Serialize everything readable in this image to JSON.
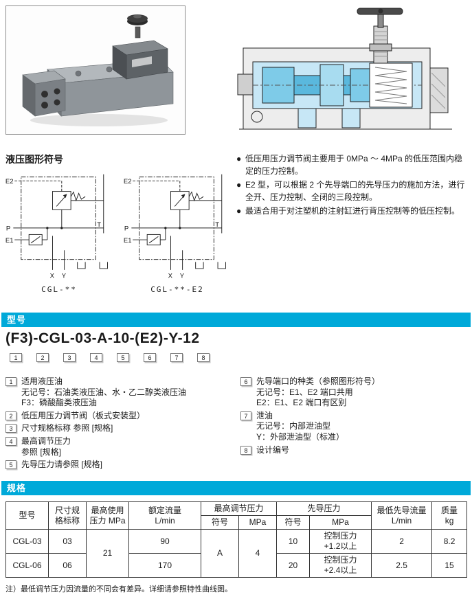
{
  "accent": "#00a9d9",
  "symbols": {
    "heading": "液压图形符号",
    "ports": {
      "e2": "E2",
      "p": "P",
      "e1": "E1",
      "t": "T",
      "x": "X",
      "y": "Y"
    },
    "captions": {
      "left": "CGL-**",
      "right": "CGL-**-E2"
    }
  },
  "features": {
    "marker": "●",
    "bullets": [
      "低压用压力调节阀主要用于 0MPa ～ 4MPa 的低压范围内稳定的压力控制。",
      "E2 型，可以根据 2 个先导端口的先导压力的施加方法，进行全开、压力控制、全闭的三段控制。",
      "最适合用于对注塑机的注射缸进行背压控制等的低压控制。"
    ]
  },
  "model": {
    "header": "型号",
    "code": "(F3)-CGL-03-A-10-(E2)-Y-12",
    "digits": [
      "1",
      "2",
      "3",
      "4",
      "5",
      "6",
      "7",
      "8"
    ],
    "left_items": [
      {
        "num": "1",
        "lines": [
          "适用液压油",
          "无记号：石油类液压油、水・乙二醇类液压油",
          "F3：磷酸酯类液压油"
        ]
      },
      {
        "num": "2",
        "lines": [
          "低压用压力调节阀（板式安装型）"
        ]
      },
      {
        "num": "3",
        "lines": [
          "尺寸规格标称 参照 [规格]"
        ]
      },
      {
        "num": "4",
        "lines": [
          "最高调节压力",
          "参照 [规格]"
        ]
      },
      {
        "num": "5",
        "lines": [
          "先导压力请参照 [规格]"
        ]
      }
    ],
    "right_items": [
      {
        "num": "6",
        "lines": [
          "先导端口的种类（参照图形符号）",
          "无记号：E1、E2 端口共用",
          "E2：E1、E2 端口有区别"
        ]
      },
      {
        "num": "7",
        "lines": [
          "泄油",
          "无记号：内部泄油型",
          "Y：外部泄油型（标准）"
        ]
      },
      {
        "num": "8",
        "lines": [
          "设计编号"
        ]
      }
    ]
  },
  "spec": {
    "header": "规格",
    "table": {
      "headers": {
        "model": "型号",
        "size": "尺寸规\n格标称",
        "max_use_pressure": "最高使用\n压力 MPa",
        "rated_flow": "额定流量\nL/min",
        "max_adj_pressure": "最高调节压力",
        "pilot_pressure": "先导压力",
        "symbol": "符号",
        "mpa": "MPa",
        "min_pilot_flow": "最低先导流量\nL/min",
        "mass": "质量\nkg"
      },
      "shared": {
        "max_use_pressure": "21",
        "adj_symbol": "A",
        "adj_mpa": "4"
      },
      "rows": [
        {
          "model": "CGL-03",
          "size": "03",
          "rated_flow": "90",
          "pilot_symbol": "10",
          "pilot_mpa": "控制压力\n+1.2以上",
          "min_pilot_flow": "2",
          "mass": "8.2"
        },
        {
          "model": "CGL-06",
          "size": "06",
          "rated_flow": "170",
          "pilot_symbol": "20",
          "pilot_mpa": "控制压力\n+2.4以上",
          "min_pilot_flow": "2.5",
          "mass": "15"
        }
      ]
    },
    "note": "注）最低调节压力因流量的不同会有差异。详细请参照特性曲线图。"
  }
}
